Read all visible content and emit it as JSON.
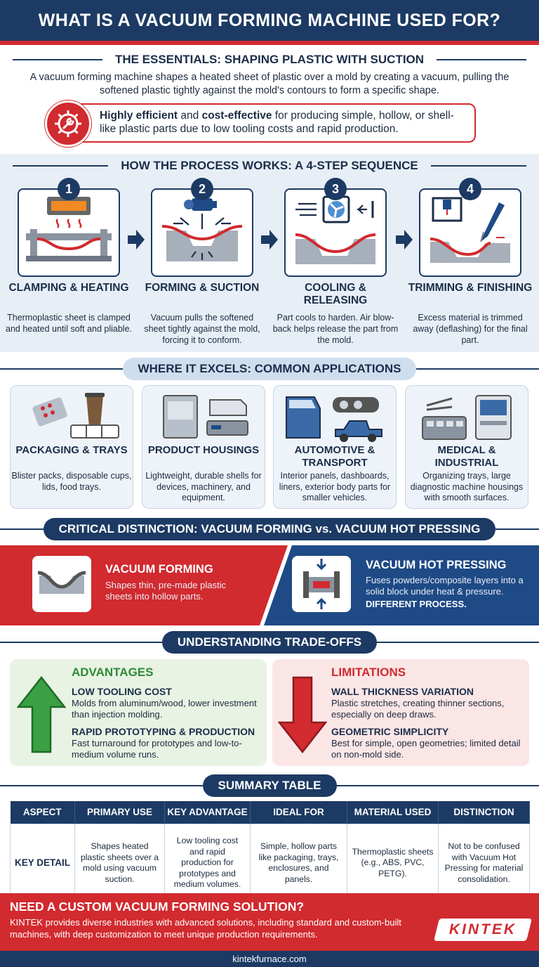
{
  "title": "WHAT IS A VACUUM FORMING MACHINE USED FOR?",
  "essentials": {
    "heading": "THE ESSENTIALS: SHAPING PLASTIC WITH SUCTION",
    "text": "A vacuum forming machine shapes a heated sheet of plastic over a mold by creating a vacuum, pulling the softened plastic tightly against the mold's contours to form a specific shape.",
    "highlight_bold_1": "Highly efficient",
    "highlight_mid": " and ",
    "highlight_bold_2": "cost-effective",
    "highlight_rest": " for producing simple, hollow, or shell-like plastic parts due to low tooling costs and rapid production.",
    "icon": "gear-wrench-icon"
  },
  "process": {
    "heading": "HOW THE PROCESS WORKS: A 4-STEP SEQUENCE",
    "steps": [
      {
        "num": "1",
        "title": "CLAMPING & HEATING",
        "desc": "Thermoplastic sheet is clamped and heated until soft and pliable.",
        "icon": "heater-clamp-icon"
      },
      {
        "num": "2",
        "title": "FORMING & SUCTION",
        "desc": "Vacuum pulls the softened sheet tightly against the mold, forcing it to conform.",
        "icon": "vacuum-pump-icon"
      },
      {
        "num": "3",
        "title": "COOLING & RELEASING",
        "desc": "Part cools to harden. Air blow-back helps release the part from the mold.",
        "icon": "cooling-fan-icon"
      },
      {
        "num": "4",
        "title": "TRIMMING & FINISHING",
        "desc": "Excess material is trimmed away (deflashing) for the final part.",
        "icon": "trimming-knife-icon"
      }
    ]
  },
  "applications": {
    "heading": "WHERE IT EXCELS: COMMON APPLICATIONS",
    "items": [
      {
        "title": "PACKAGING & TRAYS",
        "desc": "Blister packs, disposable cups, lids, food trays.",
        "icon": "packaging-icon"
      },
      {
        "title": "PRODUCT HOUSINGS",
        "desc": "Lightweight, durable shells for devices, machinery, and equipment.",
        "icon": "housing-icon"
      },
      {
        "title": "AUTOMOTIVE & TRANSPORT",
        "desc": "Interior panels, dashboards, liners, exterior body parts for smaller vehicles.",
        "icon": "automotive-icon"
      },
      {
        "title": "MEDICAL & INDUSTRIAL",
        "desc": "Organizing trays, large diagnostic machine housings with smooth surfaces.",
        "icon": "medical-icon"
      }
    ]
  },
  "distinction": {
    "heading": "CRITICAL DISTINCTION: VACUUM FORMING vs. VACUUM HOT PRESSING",
    "forming_title": "VACUUM FORMING",
    "forming_desc": "Shapes thin, pre-made plastic sheets into hollow parts.",
    "pressing_title": "VACUUM HOT PRESSING",
    "pressing_desc": "Fuses powders/composite layers into a solid block under heat & pressure.",
    "pressing_note": "DIFFERENT PROCESS.",
    "colors": {
      "forming": "#d12a2f",
      "pressing": "#1e4a86"
    }
  },
  "tradeoffs": {
    "heading": "UNDERSTANDING TRADE-OFFS",
    "advantages": {
      "title": "ADVANTAGES",
      "items": [
        {
          "title": "LOW TOOLING COST",
          "desc": "Molds from aluminum/wood, lower investment than injection molding."
        },
        {
          "title": "RAPID PROTOTYPING & PRODUCTION",
          "desc": "Fast turnaround for prototypes and low-to-medium volume runs."
        }
      ]
    },
    "limitations": {
      "title": "LIMITATIONS",
      "items": [
        {
          "title": "WALL THICKNESS VARIATION",
          "desc": "Plastic stretches, creating thinner sections, especially on deep draws."
        },
        {
          "title": "GEOMETRIC SIMPLICITY",
          "desc": "Best for simple, open geometries; limited detail on non-mold side."
        }
      ]
    }
  },
  "summary": {
    "heading": "SUMMARY TABLE",
    "headers": [
      "ASPECT",
      "PRIMARY USE",
      "KEY ADVANTAGE",
      "IDEAL FOR",
      "MATERIAL USED",
      "DISTINCTION"
    ],
    "row": [
      "KEY DETAIL",
      "Shapes heated plastic sheets over a mold using vacuum suction.",
      "Low tooling cost and rapid production for prototypes and medium volumes.",
      "Simple, hollow parts like packaging, trays, enclosures, and panels.",
      "Thermoplastic sheets (e.g., ABS, PVC, PETG).",
      "Not to be confused with Vacuum Hot Pressing for material consolidation."
    ]
  },
  "footer": {
    "cta_title": "NEED A CUSTOM VACUUM FORMING SOLUTION?",
    "cta_desc": "KINTEK provides diverse industries with advanced solutions, including standard and custom-built machines, with deep customization to meet unique production requirements.",
    "logo": "KINTEK",
    "site": "kintekfurnace.com"
  }
}
